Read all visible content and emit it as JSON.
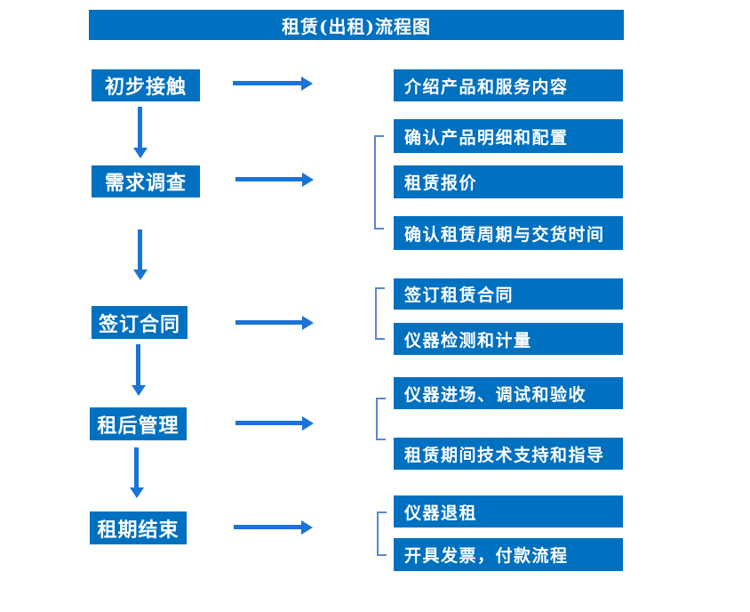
{
  "title": "租赁(出租)流程图",
  "colors": {
    "box": "#0070c0",
    "arrow": "#1a73d6",
    "bracket": "#5b87c9",
    "text": "#ffffff"
  },
  "steps": [
    {
      "label": "初步接触",
      "details": [
        "介绍产品和服务内容"
      ]
    },
    {
      "label": "需求调查",
      "details": [
        "确认产品明细和配置",
        "租赁报价",
        "确认租赁周期与交货时间"
      ]
    },
    {
      "label": "签订合同",
      "details": [
        "签订租赁合同",
        "仪器检测和计量"
      ]
    },
    {
      "label": "租后管理",
      "details": [
        "仪器进场、调试和验收",
        "租赁期间技术支持和指导"
      ]
    },
    {
      "label": "租期结束",
      "details": [
        "仪器退租",
        "开具发票，付款流程"
      ]
    }
  ]
}
